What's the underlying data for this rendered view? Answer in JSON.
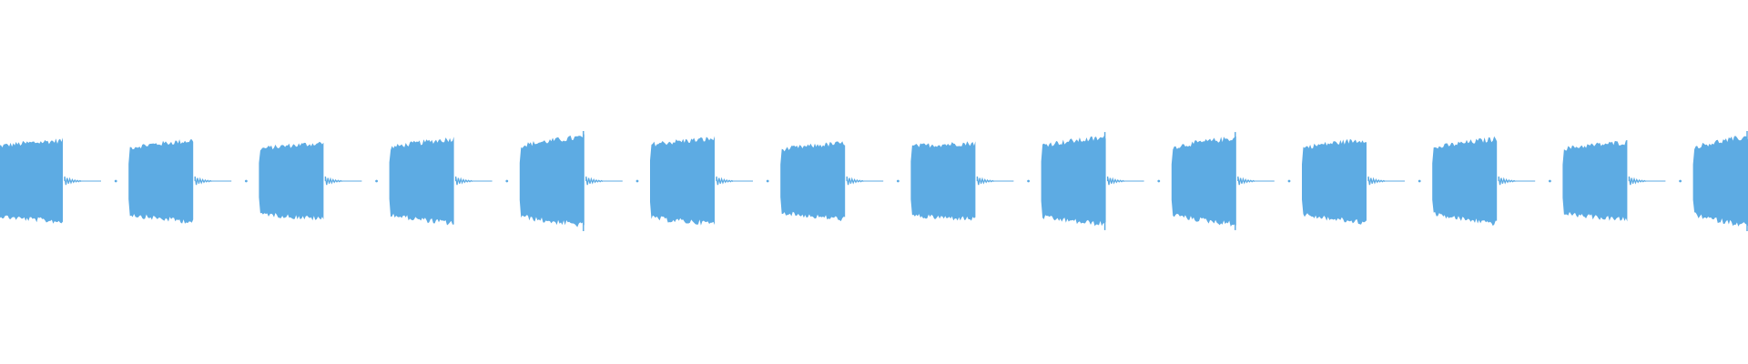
{
  "waveform": {
    "color": "#5dabe3",
    "background": "#ffffff",
    "burst_count": 14,
    "bursts": [
      {
        "amp_left": 0.78,
        "amp_right": 0.92,
        "tail": true
      },
      {
        "amp_left": 0.74,
        "amp_right": 0.92,
        "tail": true
      },
      {
        "amp_left": 0.72,
        "amp_right": 0.86,
        "tail": true
      },
      {
        "amp_left": 0.74,
        "amp_right": 0.96,
        "tail": true
      },
      {
        "amp_left": 0.78,
        "amp_right": 1.0,
        "tail": true
      },
      {
        "amp_left": 0.82,
        "amp_right": 0.96,
        "tail": true
      },
      {
        "amp_left": 0.7,
        "amp_right": 0.86,
        "tail": true
      },
      {
        "amp_left": 0.78,
        "amp_right": 0.86,
        "tail": true
      },
      {
        "amp_left": 0.8,
        "amp_right": 0.98,
        "tail": true
      },
      {
        "amp_left": 0.74,
        "amp_right": 0.98,
        "tail": true
      },
      {
        "amp_left": 0.74,
        "amp_right": 0.94,
        "tail": true
      },
      {
        "amp_left": 0.72,
        "amp_right": 0.96,
        "tail": true
      },
      {
        "amp_left": 0.72,
        "amp_right": 0.88,
        "tail": true
      },
      {
        "amp_left": 0.74,
        "amp_right": 1.0,
        "tail": false
      }
    ]
  }
}
